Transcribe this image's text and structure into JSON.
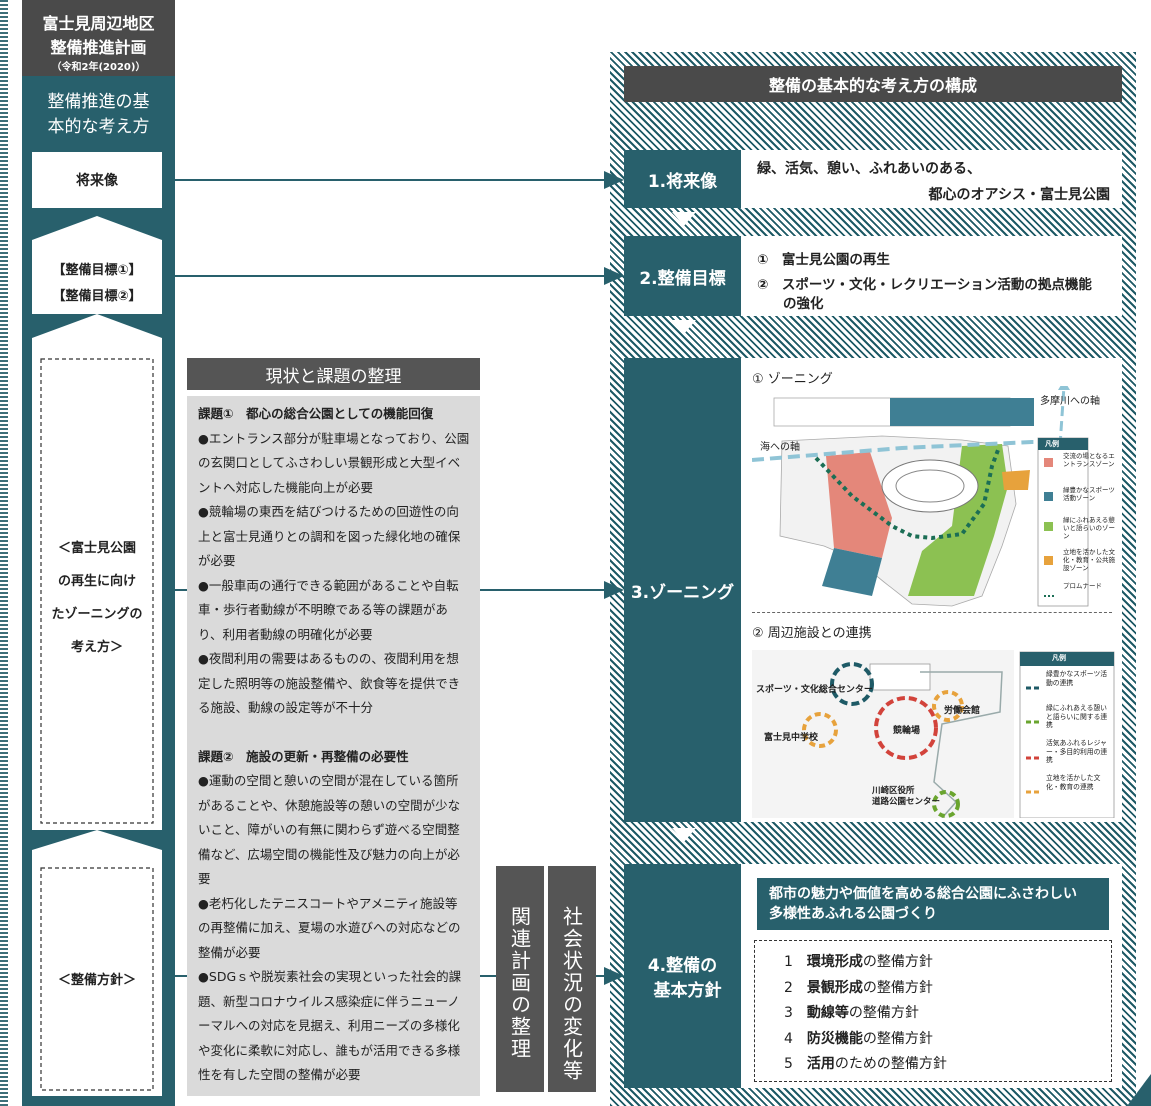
{
  "sidebar": {
    "title_line1": "富士見周辺地区",
    "title_line2": "整備推進計画",
    "title_line3": "（令和2年(2020)）",
    "concept_line1": "整備推進の基",
    "concept_line2": "本的な考え方",
    "future_label": "将来像",
    "goal1_label": "【整備目標①】",
    "goal2_label": "【整備目標②】",
    "zoning_line1": "＜富士見公園",
    "zoning_line2": "の再生に向け",
    "zoning_line3": "たゾーニングの",
    "zoning_line4": "考え方＞",
    "policy_label": "＜整備方針＞"
  },
  "issues": {
    "header": "現状と課題の整理",
    "issue1_title": "課題①　都心の総合公園としての機能回復",
    "issue1_items": [
      "●エントランス部分が駐車場となっており、公園の玄関口としてふさわしい景観形成と大型イベントへ対応した機能向上が必要",
      "●競輪場の東西を結びつけるための回遊性の向上と富士見通りとの調和を図った緑化地の確保が必要",
      "●一般車両の通行できる範囲があることや自転車・歩行者動線が不明瞭である等の課題があり、利用者動線の明確化が必要",
      "●夜間利用の需要はあるものの、夜間利用を想定した照明等の施設整備や、飲食等を提供できる施設、動線の設定等が不十分"
    ],
    "issue2_title": "課題②　施設の更新・再整備の必要性",
    "issue2_items": [
      "●運動の空間と憩いの空間が混在している箇所があることや、休憩施設等の憩いの空間が少ないこと、障がいの有無に関わらず遊べる空間整備など、広場空間の機能性及び魅力の向上が必要",
      "●老朽化したテニスコートやアメニティ施設等の再整備に加え、夏場の水遊びへの対応などの整備が必要",
      "●SDGｓや脱炭素社会の実現といった社会的課題、新型コロナウイルス感染症に伴うニューノーマルへの対応を見据え、利用ニーズの多様化や変化に柔軟に対応し、誰もが活用できる多様性を有した空間の整備が必要"
    ]
  },
  "columns": {
    "related": "関連計画の整理",
    "social": "社会状況の変化等"
  },
  "structure": {
    "header": "整備の基本的な考え方の構成",
    "s1_label": "1.将来像",
    "s1_line1": "緑、活気、憩い、ふれあいのある、",
    "s1_line2": "都心のオアシス・富士見公園",
    "s2_label": "2.整備目標",
    "s2_item1": "①　富士見公園の再生",
    "s2_item2a": "②　スポーツ・文化・レクリエーション活動の拠点機能",
    "s2_item2b": "の強化",
    "s3_label": "3.ゾーニング",
    "zoning_title": "①  ゾーニング",
    "tama_axis": "多摩川への軸",
    "sea_axis": "海への軸",
    "legend_title": "凡例",
    "legend1": [
      "交流の場となるエントランスゾーン",
      "緑豊かなスポーツ活動ゾーン",
      "緑にふれあえる憩いと語らいのゾーン",
      "立地を活かした文化・教育・公共施設ゾーン",
      "プロムナード"
    ],
    "link_title": "②  周辺施設との連携",
    "facility_sports": "スポーツ・文化総合センター",
    "facility_keirin": "競輪場",
    "facility_roudou": "労働会館",
    "facility_school": "富士見中学校",
    "facility_ward": "川崎区役所\n道路公園センター",
    "legend2": [
      "緑豊かなスポーツ活動の連携",
      "緑にふれあえる憩いと語らいに関する連携",
      "活気あふれるレジャー・多目的利用の連携",
      "立地を活かした文化・教育の連携"
    ],
    "s4_label_line1": "4.整備の",
    "s4_label_line2": "基本方針",
    "s4_heading_line1": "都市の魅力や価値を高める総合公園にふさわしい",
    "s4_heading_line2": "多様性あふれる公園づくり",
    "policies": [
      {
        "num": "1",
        "bold": "環境形成",
        "rest": "の整備方針"
      },
      {
        "num": "2",
        "bold": "景観形成",
        "rest": "の整備方針"
      },
      {
        "num": "3",
        "bold": "動線等",
        "rest": "の整備方針"
      },
      {
        "num": "4",
        "bold": "防災機能",
        "rest": "の整備方針"
      },
      {
        "num": "5",
        "bold": "活用",
        "rest": "のための整備方針"
      }
    ]
  },
  "colors": {
    "teal": "#28606c",
    "gray": "#555555",
    "zone_red": "#e4877a",
    "zone_blue": "#3f7f94",
    "zone_green": "#8cc152",
    "zone_orange": "#e7a23c"
  }
}
